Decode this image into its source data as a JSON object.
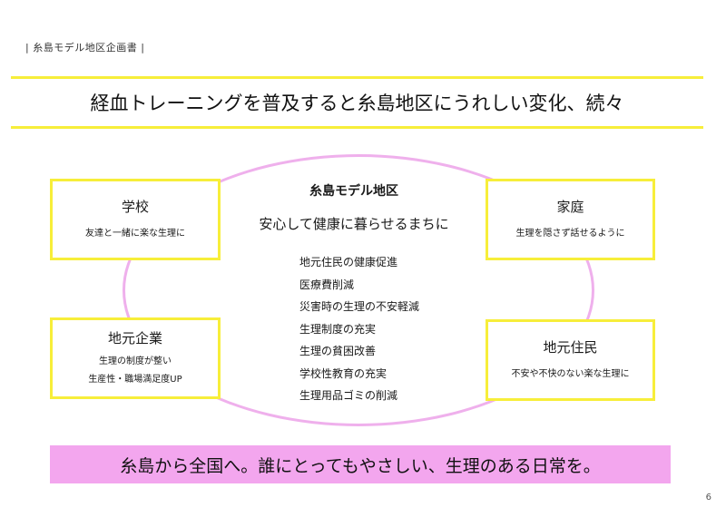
{
  "header": {
    "label": "| 糸島モデル地区企画書 |"
  },
  "title": "経血トレーニングを普及すると糸島地区にうれしい変化、続々",
  "center": {
    "name": "糸島モデル地区",
    "slogan": "安心して健康に暮らせるまちに",
    "items": [
      "地元住民の健康促進",
      "医療費削減",
      "災害時の生理の不安軽減",
      "生理制度の充実",
      "生理の貧困改善",
      "学校性教育の充実",
      "生理用品ゴミの削減"
    ]
  },
  "boxes": {
    "school": {
      "title": "学校",
      "lines": [
        "友達と一緒に楽な生理に"
      ]
    },
    "home": {
      "title": "家庭",
      "lines": [
        "生理を隠さず話せるように"
      ]
    },
    "business": {
      "title": "地元企業",
      "lines": [
        "生理の制度が整い",
        "生産性・職場満足度UP"
      ]
    },
    "residents": {
      "title": "地元住民",
      "lines": [
        "不安や不快のない楽な生理に"
      ]
    }
  },
  "footer": {
    "message": "糸島から全国へ。誰にとってもやさしい、生理のある日常を。"
  },
  "page_number": "6",
  "colors": {
    "yellow": "#f7ee3a",
    "pink": "#f3a6ee",
    "ellipse": "#efb0ec"
  }
}
